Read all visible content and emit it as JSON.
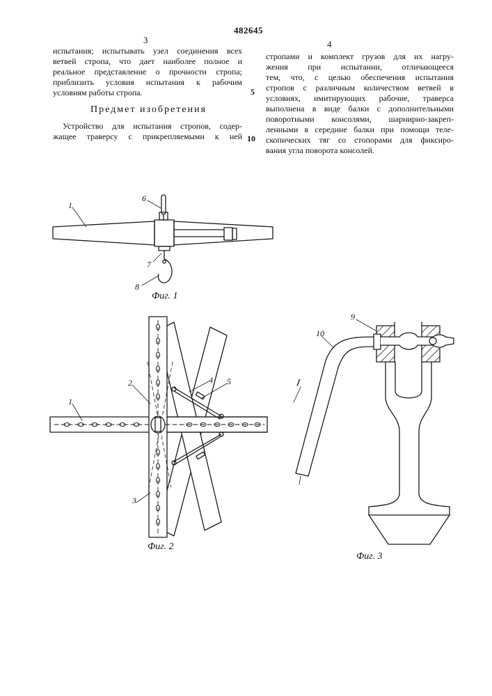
{
  "header": {
    "patent_number": "482645",
    "left_column_number": "3",
    "right_column_number": "4"
  },
  "left_column": {
    "intro_lines": [
      "испытания; испытывать узел соединения всех",
      "ветвей стропа, что дает наиболее полное и",
      "реальное представление о прочности стропа;",
      "приблизить условия испытания к рабочим",
      "условиям работы стропа."
    ],
    "section_title": "Предмет изобретения",
    "claim_lines": [
      "Устройство для испытания стропов, содер-",
      "жащее траверсу с прикрепляемыми к ней"
    ]
  },
  "right_column": {
    "lines": [
      "стропами и комплект грузов для их нагру-",
      "жения при испытании, отличающееся",
      "тем, что, с целью обеспечения испытания",
      "стропов с различным количеством ветвей в",
      "условиях, имитирующих рабочие, траверса",
      "выполнена в виде балки с дополнительными",
      "поворотными консолями, шарнирно-закреп-",
      "ленными в середине балки при помощи теле-",
      "скопических тяг со стопорами для фиксиро-",
      "вания угла поворота консолей."
    ]
  },
  "line_markers": {
    "marker_5": "5",
    "marker_10": "10"
  },
  "figures": {
    "fig1": {
      "caption": "Фиг. 1",
      "callouts": {
        "c1": "1",
        "c6": "6",
        "c7": "7",
        "c8": "8"
      }
    },
    "fig2": {
      "caption": "Фиг. 2",
      "callouts": {
        "c1": "1",
        "c2": "2",
        "c3": "3",
        "c4": "4",
        "c5": "5"
      }
    },
    "fig3": {
      "caption": "Фиг. 3",
      "callouts": {
        "c9": "9",
        "c10": "10",
        "cI": "I"
      }
    }
  }
}
